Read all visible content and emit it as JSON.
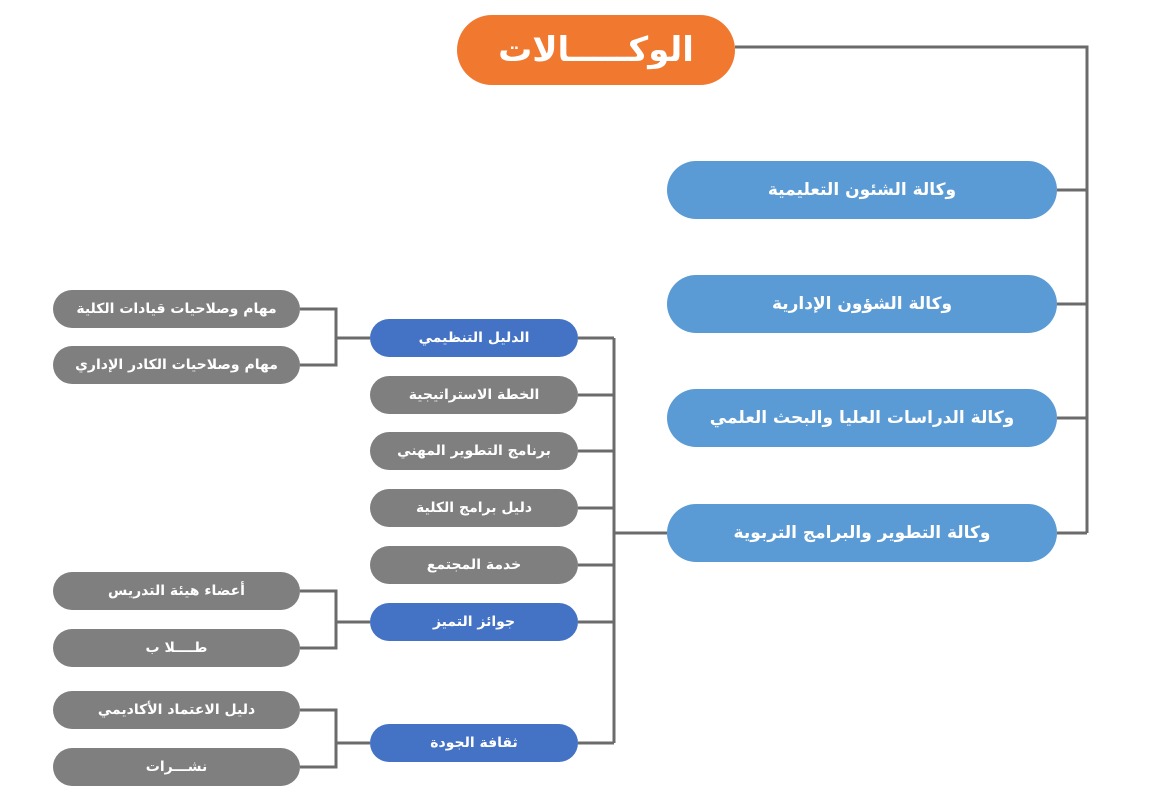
{
  "colors": {
    "root": "#F0782F",
    "agency": "#5B9BD5",
    "highlight": "#4472C4",
    "neutral": "#7F7F7F",
    "connector": "#6B6B6B"
  },
  "root": {
    "label": "الوكـــــالات"
  },
  "agencies": [
    {
      "label": "وكالة الشئون التعليمية"
    },
    {
      "label": "وكالة الشؤون الإدارية"
    },
    {
      "label": "وكالة الدراسات العليا والبحث العلمي"
    },
    {
      "label": "وكالة التطوير والبرامج التربوية"
    }
  ],
  "development_items": [
    {
      "label": "الدليل التنظيمي"
    },
    {
      "label": "الخطة الاستراتيجية"
    },
    {
      "label": "برنامج التطوير المهني"
    },
    {
      "label": "دليل برامج الكلية"
    },
    {
      "label": "خدمة المجتمع"
    },
    {
      "label": "جوائز التميز"
    },
    {
      "label": "ثقافة الجودة"
    }
  ],
  "sub_items": {
    "organizational_guide": [
      {
        "label": "مهام وصلاحيات قيادات الكلية"
      },
      {
        "label": "مهام وصلاحيات الكادر الإداري"
      }
    ],
    "excellence_awards": [
      {
        "label": "أعضاء هيئة التدريس"
      },
      {
        "label": "طــــلا ب"
      }
    ],
    "quality_culture": [
      {
        "label": "دليل الاعتماد الأكاديمي"
      },
      {
        "label": "نشـــرات"
      }
    ]
  }
}
